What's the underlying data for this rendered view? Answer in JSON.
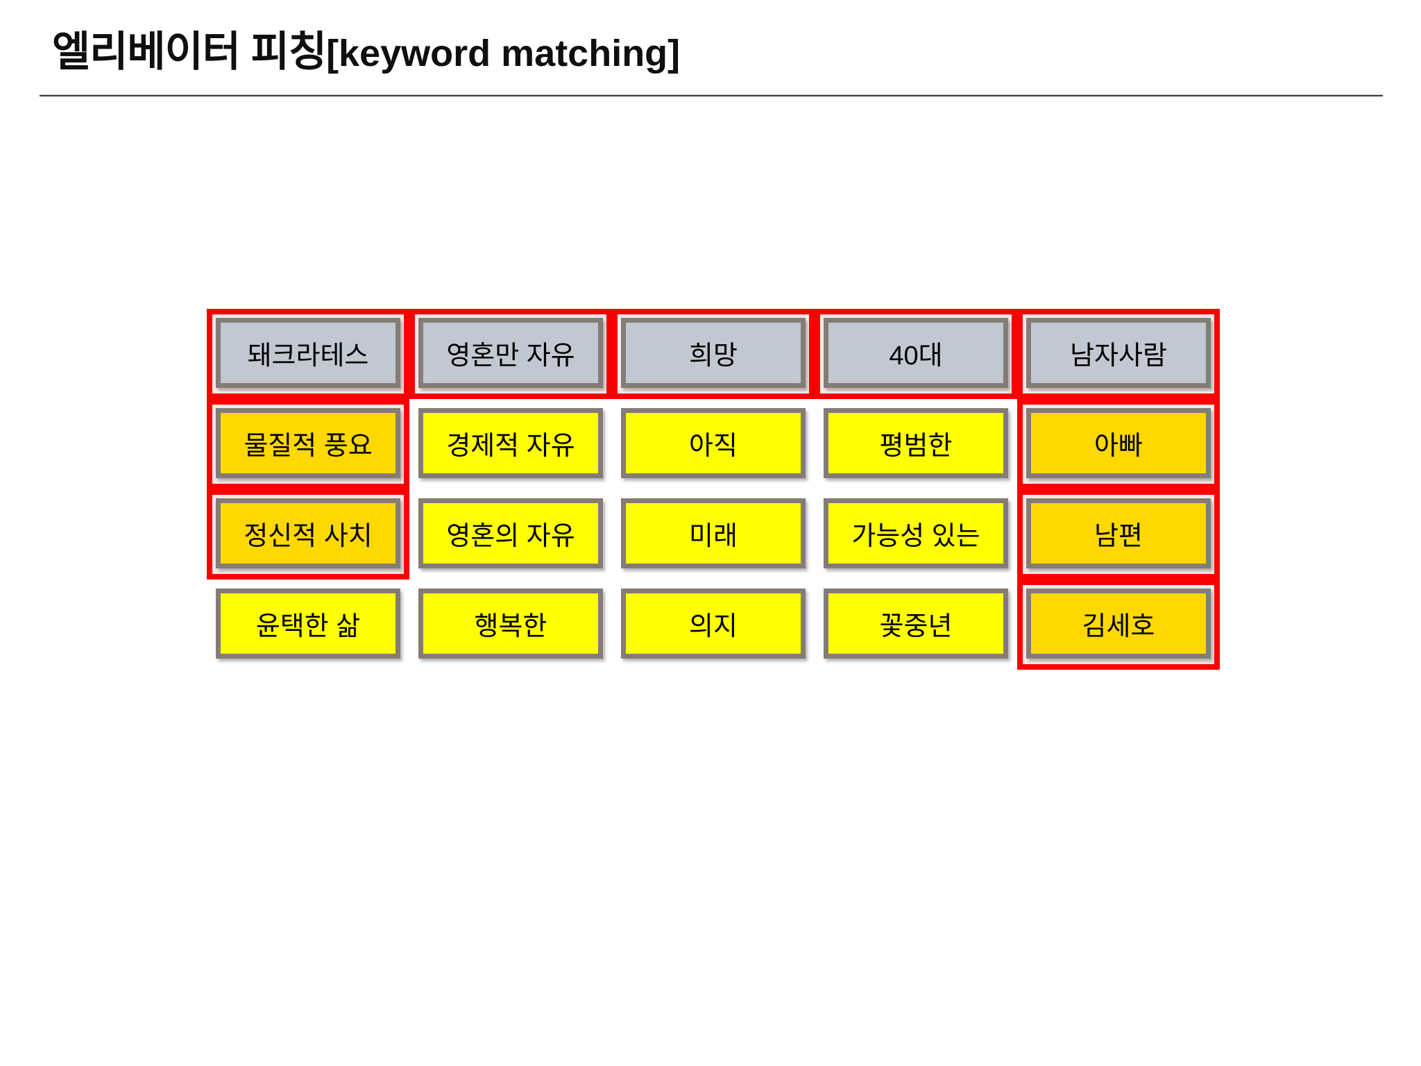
{
  "title": {
    "main": "엘리베이터 피칭",
    "suffix": "[keyword matching]"
  },
  "colors": {
    "red_outline": "#fb0000",
    "pink_fill": "#fbe9e8",
    "box_border": "#847c76",
    "gray_fill": "#c2c8d1",
    "yellow_fill": "#ffff00",
    "gold_fill": "#ffd800"
  },
  "grid": {
    "columns": 5,
    "rows": 4,
    "cells": [
      {
        "label": "돼크라테스",
        "fill": "gray",
        "highlighted": true
      },
      {
        "label": "영혼만 자유",
        "fill": "gray",
        "highlighted": true
      },
      {
        "label": "희망",
        "fill": "gray",
        "highlighted": true
      },
      {
        "label": "40대",
        "fill": "gray",
        "highlighted": true
      },
      {
        "label": "남자사람",
        "fill": "gray",
        "highlighted": true
      },
      {
        "label": "물질적 풍요",
        "fill": "gold",
        "highlighted": true
      },
      {
        "label": "경제적 자유",
        "fill": "yellow",
        "highlighted": false
      },
      {
        "label": "아직",
        "fill": "yellow",
        "highlighted": false
      },
      {
        "label": "평범한",
        "fill": "yellow",
        "highlighted": false
      },
      {
        "label": "아빠",
        "fill": "gold",
        "highlighted": true
      },
      {
        "label": "정신적 사치",
        "fill": "gold",
        "highlighted": true
      },
      {
        "label": "영혼의 자유",
        "fill": "yellow",
        "highlighted": false
      },
      {
        "label": "미래",
        "fill": "yellow",
        "highlighted": false
      },
      {
        "label": "가능성 있는",
        "fill": "yellow",
        "highlighted": false
      },
      {
        "label": "남편",
        "fill": "gold",
        "highlighted": true
      },
      {
        "label": "윤택한 삶",
        "fill": "yellow",
        "highlighted": false
      },
      {
        "label": "행복한",
        "fill": "yellow",
        "highlighted": false
      },
      {
        "label": "의지",
        "fill": "yellow",
        "highlighted": false
      },
      {
        "label": "꽃중년",
        "fill": "yellow",
        "highlighted": false
      },
      {
        "label": "김세호",
        "fill": "gold",
        "highlighted": true
      }
    ]
  }
}
